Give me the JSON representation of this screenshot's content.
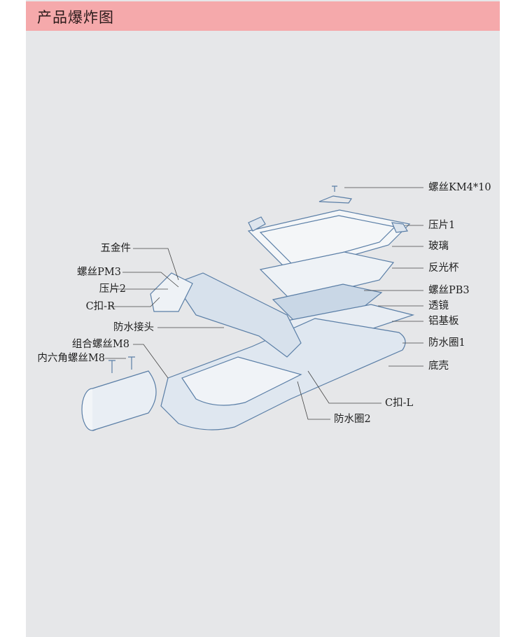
{
  "header": {
    "title": "产品爆炸图"
  },
  "colors": {
    "header_bg": "#f5a9ab",
    "panel_bg": "#e6e7e9",
    "line": "#5a7ea6"
  },
  "labels_right": [
    "螺丝KM4*10",
    "压片1",
    "玻璃",
    "反光杯",
    "螺丝PB3",
    "透镜",
    "铝基板",
    "防水圈1",
    "底壳"
  ],
  "labels_bottom": [
    "C扣-L",
    "防水圈2"
  ],
  "labels_left": [
    "五金件",
    "螺丝PM3",
    "压片2",
    "C扣-R",
    "防水接头",
    "组合螺丝M8",
    "内六角螺丝M8"
  ]
}
